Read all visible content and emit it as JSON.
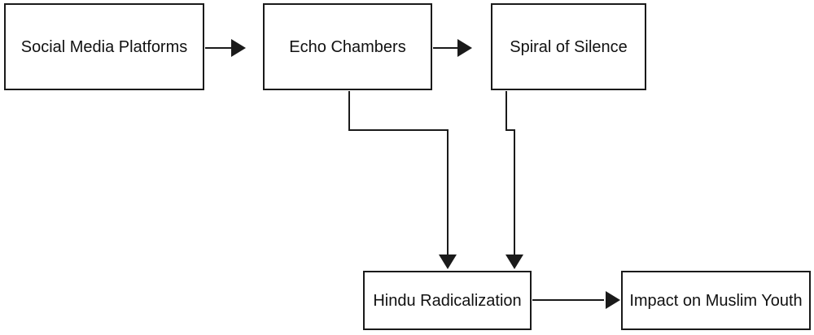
{
  "nodes": {
    "social_media": "Social Media Platforms",
    "echo_chambers": "Echo Chambers",
    "spiral_of_silence": "Spiral of Silence",
    "hindu_radicalization": "Hindu Radicalization",
    "impact_muslim_youth": "Impact on Muslim Youth"
  },
  "edges": [
    {
      "from": "social_media",
      "to": "echo_chambers"
    },
    {
      "from": "echo_chambers",
      "to": "spiral_of_silence"
    },
    {
      "from": "echo_chambers",
      "to": "hindu_radicalization"
    },
    {
      "from": "spiral_of_silence",
      "to": "hindu_radicalization"
    },
    {
      "from": "hindu_radicalization",
      "to": "impact_muslim_youth"
    }
  ],
  "colors": {
    "stroke": "#1a1a1a",
    "text": "#111111",
    "background": "#ffffff"
  }
}
